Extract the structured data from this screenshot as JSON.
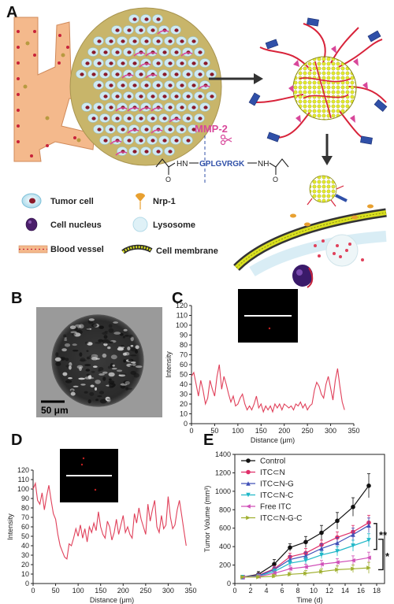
{
  "panel_a": {
    "letter": "A",
    "mmp_label": "MMP-2",
    "peptide_left": "HN",
    "peptide_seq": "GPLGVRGK",
    "peptide_right": "NH",
    "oxygen": "O",
    "legend": [
      {
        "label": "Tumor cell",
        "icon": "tumor-cell-icon"
      },
      {
        "label": "Nrp-1",
        "icon": "nrp1-receptor-icon"
      },
      {
        "label": "Cell nucleus",
        "icon": "cell-nucleus-icon"
      },
      {
        "label": "Lysosome",
        "icon": "lysosome-icon"
      },
      {
        "label": "Blood vessel",
        "icon": "blood-vessel-icon"
      },
      {
        "label": "Cell membrane",
        "icon": "cell-membrane-icon"
      }
    ],
    "colors": {
      "vessel": "#f4b98c",
      "tumor_bg": "#c8b56a",
      "cell": "#cfe9f2",
      "nucleus": "#8a1a2a",
      "nanogel": "#e3ea2c",
      "rgd": "#3050a8",
      "mmp": "#d8479a"
    }
  },
  "panel_b": {
    "letter": "B",
    "scale_bar": "50 μm"
  },
  "chart_data": [
    {
      "panel": "C",
      "type": "line",
      "xlabel": "Distance (μm)",
      "ylabel": "Intensity",
      "xlim": [
        0,
        350
      ],
      "ylim": [
        0,
        120
      ],
      "xticks": [
        0,
        50,
        100,
        150,
        200,
        250,
        300,
        350
      ],
      "yticks": [
        0,
        10,
        20,
        30,
        40,
        50,
        60,
        70,
        80,
        90,
        100,
        110,
        120
      ],
      "series": [
        {
          "color": "#e0405a",
          "x": [
            0,
            5,
            10,
            15,
            20,
            25,
            30,
            35,
            40,
            45,
            50,
            55,
            60,
            65,
            70,
            75,
            80,
            85,
            90,
            95,
            100,
            105,
            110,
            115,
            120,
            125,
            130,
            135,
            140,
            145,
            150,
            155,
            160,
            165,
            170,
            175,
            180,
            185,
            190,
            195,
            200,
            205,
            210,
            215,
            220,
            225,
            230,
            235,
            240,
            245,
            250,
            255,
            260,
            265,
            270,
            275,
            280,
            285,
            290,
            295,
            300,
            305,
            310,
            315,
            320,
            325,
            330
          ],
          "y": [
            48,
            52,
            40,
            28,
            44,
            34,
            20,
            26,
            44,
            35,
            28,
            48,
            60,
            35,
            48,
            40,
            30,
            22,
            28,
            18,
            20,
            26,
            30,
            20,
            14,
            18,
            14,
            20,
            28,
            16,
            20,
            12,
            18,
            14,
            18,
            12,
            20,
            16,
            20,
            14,
            20,
            18,
            16,
            18,
            14,
            20,
            18,
            22,
            16,
            20,
            14,
            18,
            20,
            34,
            42,
            38,
            30,
            26,
            40,
            48,
            36,
            24,
            44,
            56,
            38,
            22,
            14
          ]
        }
      ]
    },
    {
      "panel": "D",
      "type": "line",
      "xlabel": "Distance (μm)",
      "ylabel": "Intensity",
      "xlim": [
        0,
        350
      ],
      "ylim": [
        0,
        120
      ],
      "xticks": [
        0,
        50,
        100,
        150,
        200,
        250,
        300,
        350
      ],
      "yticks": [
        0,
        10,
        20,
        30,
        40,
        50,
        60,
        70,
        80,
        90,
        100,
        110,
        120
      ],
      "series": [
        {
          "color": "#e0405a",
          "x": [
            0,
            5,
            10,
            15,
            20,
            25,
            30,
            35,
            40,
            45,
            50,
            55,
            60,
            65,
            70,
            75,
            80,
            85,
            90,
            95,
            100,
            105,
            110,
            115,
            120,
            125,
            130,
            135,
            140,
            145,
            150,
            155,
            160,
            165,
            170,
            175,
            180,
            185,
            190,
            195,
            200,
            205,
            210,
            215,
            220,
            225,
            230,
            235,
            240,
            245,
            250,
            255,
            260,
            265,
            270,
            275,
            280,
            285,
            290,
            295,
            300,
            305,
            310,
            315,
            320,
            325,
            330,
            335,
            340
          ],
          "y": [
            100,
            106,
            88,
            84,
            96,
            78,
            92,
            104,
            88,
            74,
            68,
            52,
            40,
            34,
            28,
            26,
            42,
            40,
            48,
            58,
            50,
            62,
            48,
            58,
            44,
            60,
            54,
            64,
            56,
            76,
            60,
            52,
            48,
            66,
            60,
            46,
            54,
            68,
            52,
            62,
            72,
            54,
            60,
            52,
            48,
            74,
            64,
            80,
            68,
            60,
            52,
            84,
            66,
            78,
            88,
            60,
            54,
            72,
            58,
            62,
            92,
            70,
            58,
            62,
            78,
            88,
            72,
            56,
            40
          ]
        }
      ]
    },
    {
      "panel": "E",
      "type": "line",
      "xlabel": "Time (d)",
      "ylabel": "Tumor Volume (mm³)",
      "xlim": [
        0,
        19
      ],
      "ylim": [
        0,
        1400
      ],
      "xticks": [
        0,
        2,
        4,
        6,
        8,
        10,
        12,
        14,
        16,
        18
      ],
      "yticks": [
        0,
        200,
        400,
        600,
        800,
        1000,
        1200,
        1400
      ],
      "x": [
        1,
        3,
        5,
        7,
        9,
        11,
        13,
        15,
        17
      ],
      "series": [
        {
          "name": "Control",
          "color": "#111111",
          "marker": "circle",
          "values": [
            70,
            100,
            210,
            390,
            450,
            550,
            680,
            830,
            1060
          ],
          "errors": [
            20,
            30,
            50,
            40,
            60,
            80,
            90,
            100,
            130
          ]
        },
        {
          "name": "ITC⊂N",
          "color": "#e0306a",
          "marker": "circle",
          "values": [
            70,
            90,
            160,
            290,
            330,
            420,
            500,
            560,
            660
          ],
          "errors": [
            15,
            20,
            30,
            40,
            50,
            50,
            60,
            70,
            80
          ]
        },
        {
          "name": "ITC⊂N-G",
          "color": "#4050b8",
          "marker": "triangle",
          "values": [
            70,
            85,
            150,
            260,
            300,
            380,
            440,
            530,
            630
          ],
          "errors": [
            15,
            20,
            30,
            40,
            40,
            50,
            60,
            70,
            80
          ]
        },
        {
          "name": "ITC⊂N-C",
          "color": "#20b8c8",
          "marker": "triangle-down",
          "values": [
            70,
            80,
            130,
            220,
            250,
            310,
            350,
            410,
            470
          ],
          "errors": [
            15,
            20,
            30,
            30,
            40,
            40,
            50,
            60,
            70
          ]
        },
        {
          "name": "Free ITC",
          "color": "#d050b8",
          "marker": "triangle-left",
          "values": [
            70,
            75,
            110,
            160,
            180,
            210,
            230,
            250,
            280
          ],
          "errors": [
            10,
            20,
            25,
            30,
            30,
            40,
            40,
            50,
            60
          ]
        },
        {
          "name": "ITC⊂N-G-C",
          "color": "#a0b030",
          "marker": "triangle-right",
          "values": [
            70,
            70,
            80,
            100,
            110,
            130,
            150,
            160,
            170
          ],
          "errors": [
            10,
            15,
            20,
            20,
            30,
            30,
            40,
            40,
            60
          ]
        }
      ],
      "significance": [
        "**",
        "*"
      ]
    }
  ]
}
